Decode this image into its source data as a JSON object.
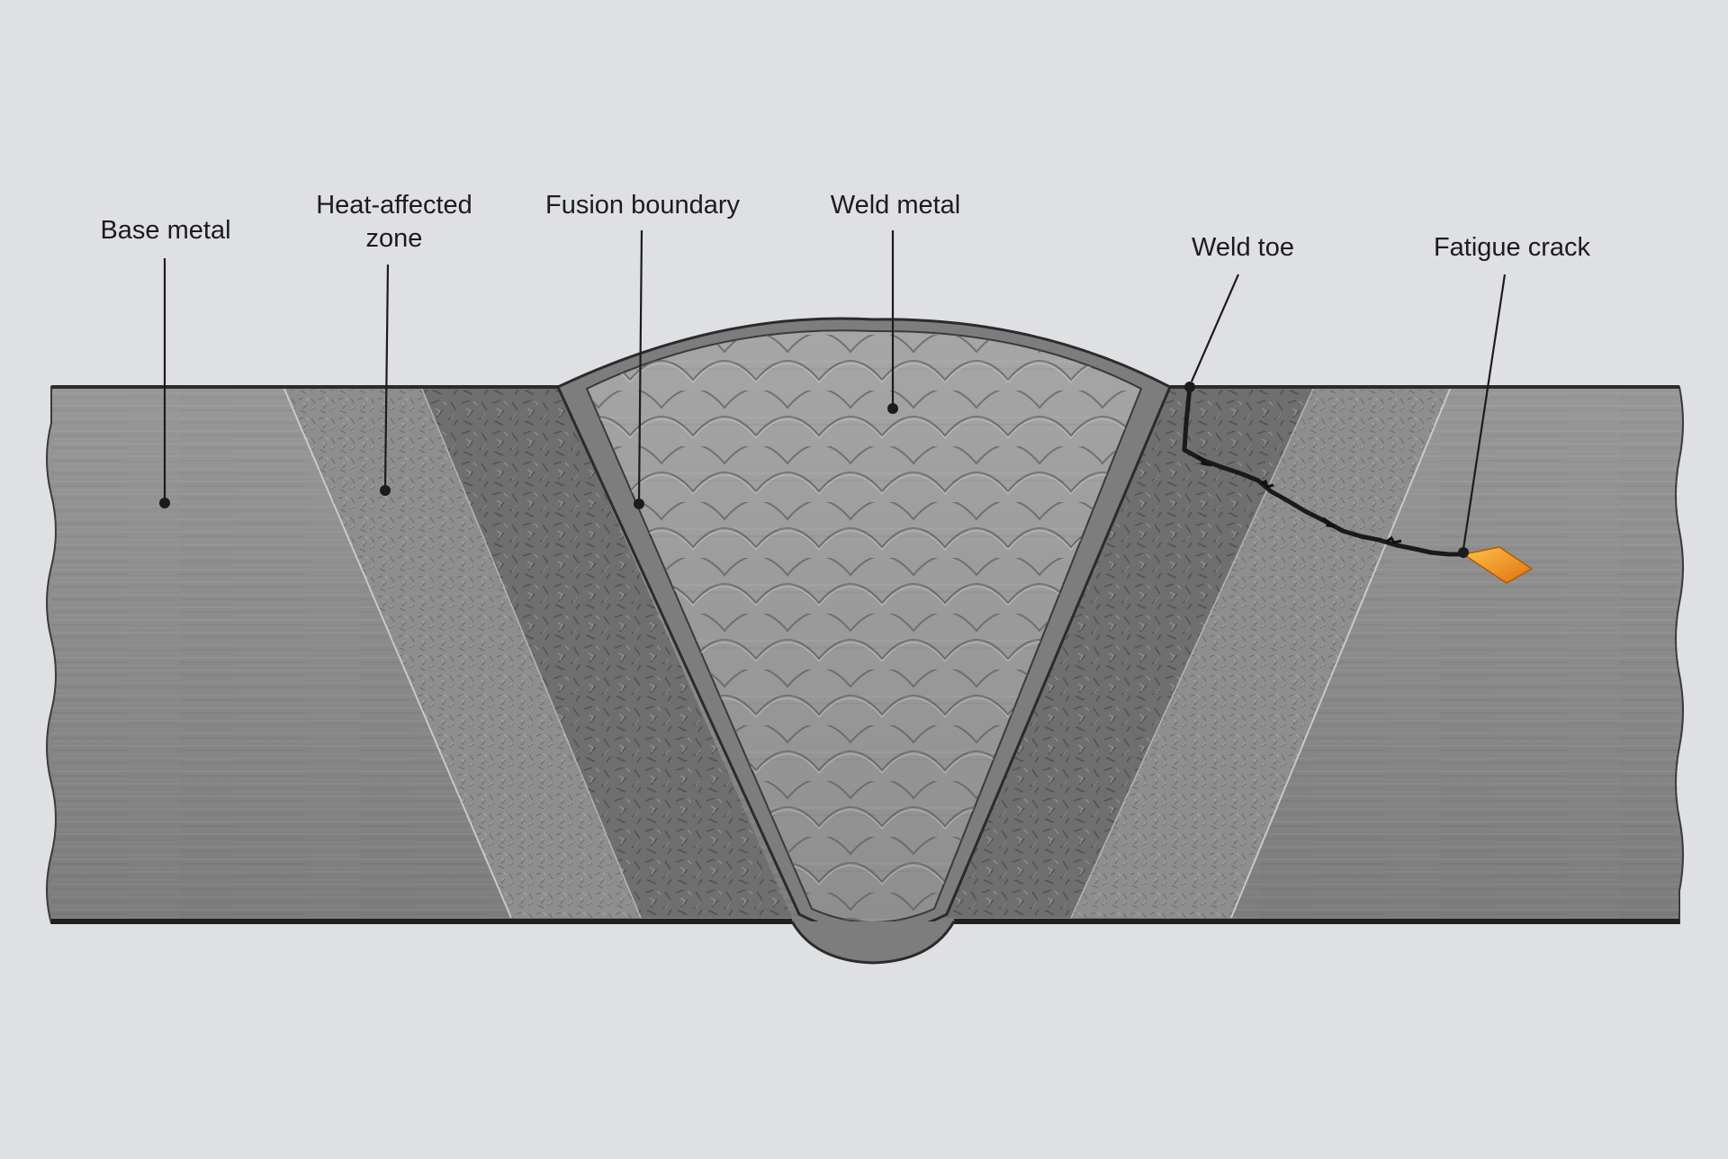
{
  "labels": {
    "base_metal": "Base metal",
    "haz_line1": "Heat-affected",
    "haz_line2": "zone",
    "fusion_boundary": "Fusion boundary",
    "weld_metal": "Weld metal",
    "weld_toe": "Weld toe",
    "fatigue_crack": "Fatigue crack"
  },
  "colors": {
    "background": "#dfe0e3",
    "base_metal": "#8a8a8a",
    "haz_coarse": "#6f6f6f",
    "haz_fine": "#8d8d8d",
    "weld_metal": "#9a9a9a",
    "fusion_boundary": "#7c7c7c",
    "outline": "#2b2b2b",
    "crack": "#1a1a1a",
    "crack_tip": "#f0901c",
    "leader": "#1c1c1e"
  }
}
